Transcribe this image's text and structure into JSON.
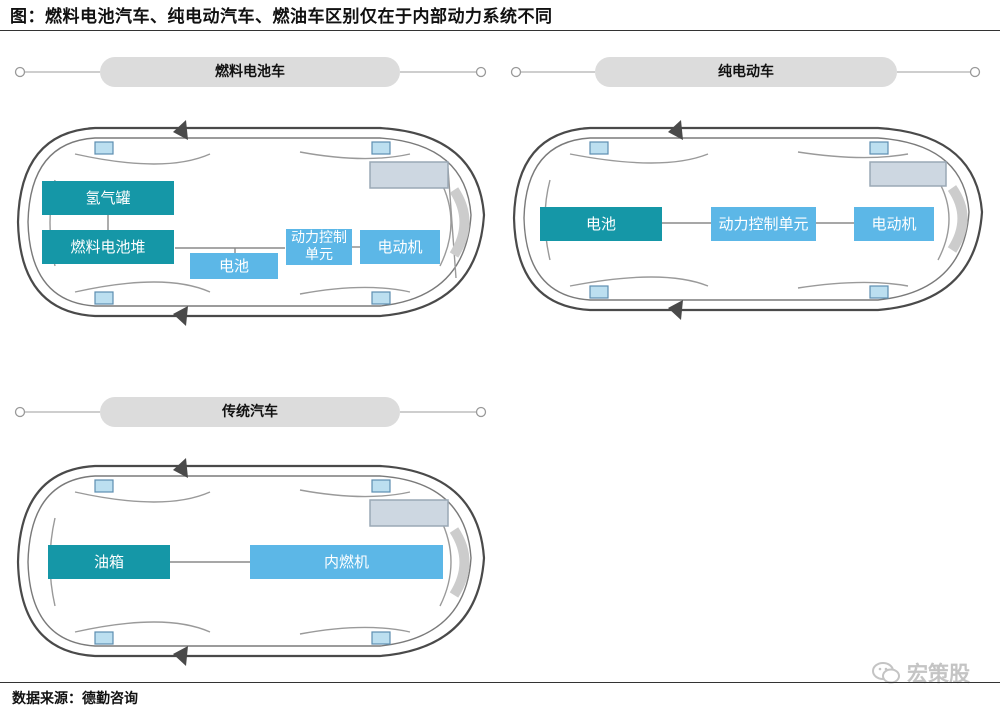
{
  "header": {
    "title": "图：燃料电池汽车、纯电动汽车、燃油车区别仅在于内部动力系统不同"
  },
  "panels": {
    "fuel_cell": {
      "label": "燃料电池车",
      "hydrogen_tank": "氢气罐",
      "fuel_cell_stack": "燃料电池堆",
      "battery": "电池",
      "power_control": "动力控制单元",
      "motor": "电动机"
    },
    "electric": {
      "label": "纯电动车",
      "battery": "电池",
      "power_control": "动力控制单元",
      "motor": "电动机"
    },
    "conventional": {
      "label": "传统汽车",
      "fuel_tank": "油箱",
      "engine": "内燃机"
    }
  },
  "footer": {
    "source": "数据来源：德勤咨询",
    "watermark": "宏策股"
  },
  "colors": {
    "dark_box": "#1597a7",
    "light_box": "#5cb7e7",
    "pill": "#dcdcdc"
  }
}
